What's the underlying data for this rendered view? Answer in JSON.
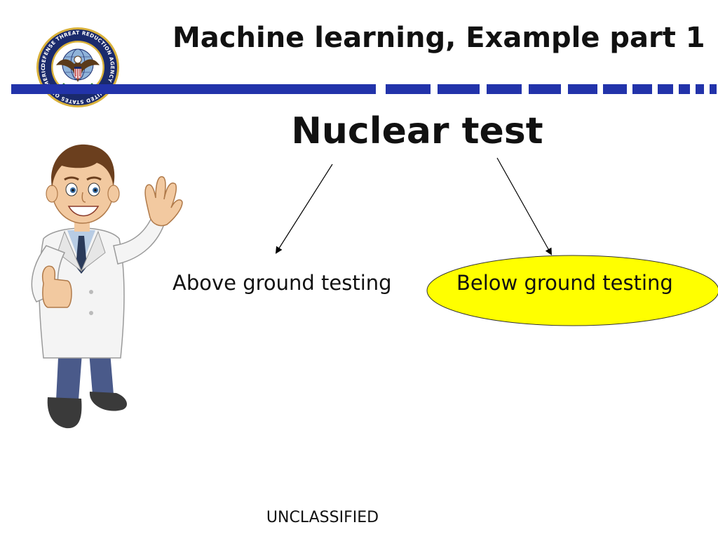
{
  "slide": {
    "title": "Machine learning, Example part 1",
    "heading": "Nuclear test",
    "branches": {
      "left": "Above ground testing",
      "right": "Below ground testing"
    },
    "footer": "UNCLASSIFIED"
  },
  "seal": {
    "ring_text": "DEFENSE THREAT REDUCTION AGENCY · UNITED STATES OF AMERICA ·"
  },
  "colors": {
    "bar_blue": "#2233aa",
    "highlight_yellow": "#ffff00",
    "seal_ring": "#1a2a6c",
    "seal_gold": "#d9b13a"
  }
}
